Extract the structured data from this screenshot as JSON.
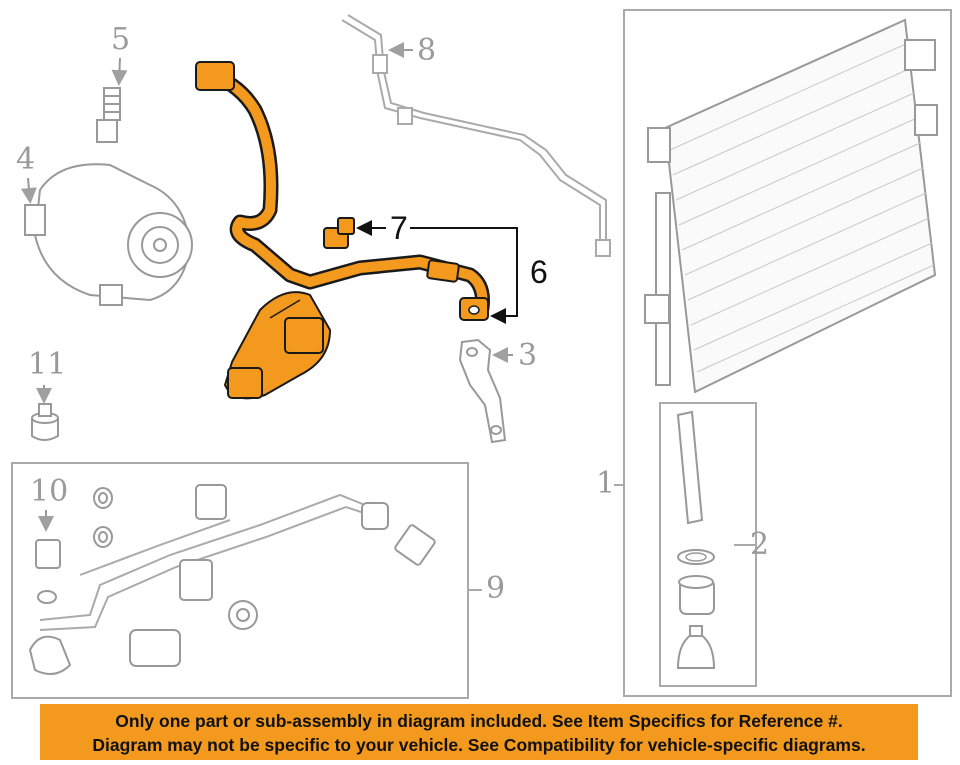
{
  "colors": {
    "highlight": "#f39a1e",
    "outline": "#1a1a1a",
    "line_art": "#b0b0b0",
    "callout_gray": "#9a9a9a",
    "callout_black": "#111111"
  },
  "callouts": [
    {
      "id": "c1",
      "text": "1"
    },
    {
      "id": "c2",
      "text": "2"
    },
    {
      "id": "c3",
      "text": "3"
    },
    {
      "id": "c4",
      "text": "4"
    },
    {
      "id": "c5",
      "text": "5"
    },
    {
      "id": "c6",
      "text": "6"
    },
    {
      "id": "c7",
      "text": "7"
    },
    {
      "id": "c8",
      "text": "8"
    },
    {
      "id": "c9",
      "text": "9"
    },
    {
      "id": "c10",
      "text": "10"
    },
    {
      "id": "c11",
      "text": "11"
    }
  ],
  "disclaimer": {
    "line1": "Only one part or sub-assembly in diagram included. See Item Specifics for Reference #.",
    "line2": "Diagram may not be specific to your vehicle. See Compatibility for vehicle-specific diagrams."
  }
}
